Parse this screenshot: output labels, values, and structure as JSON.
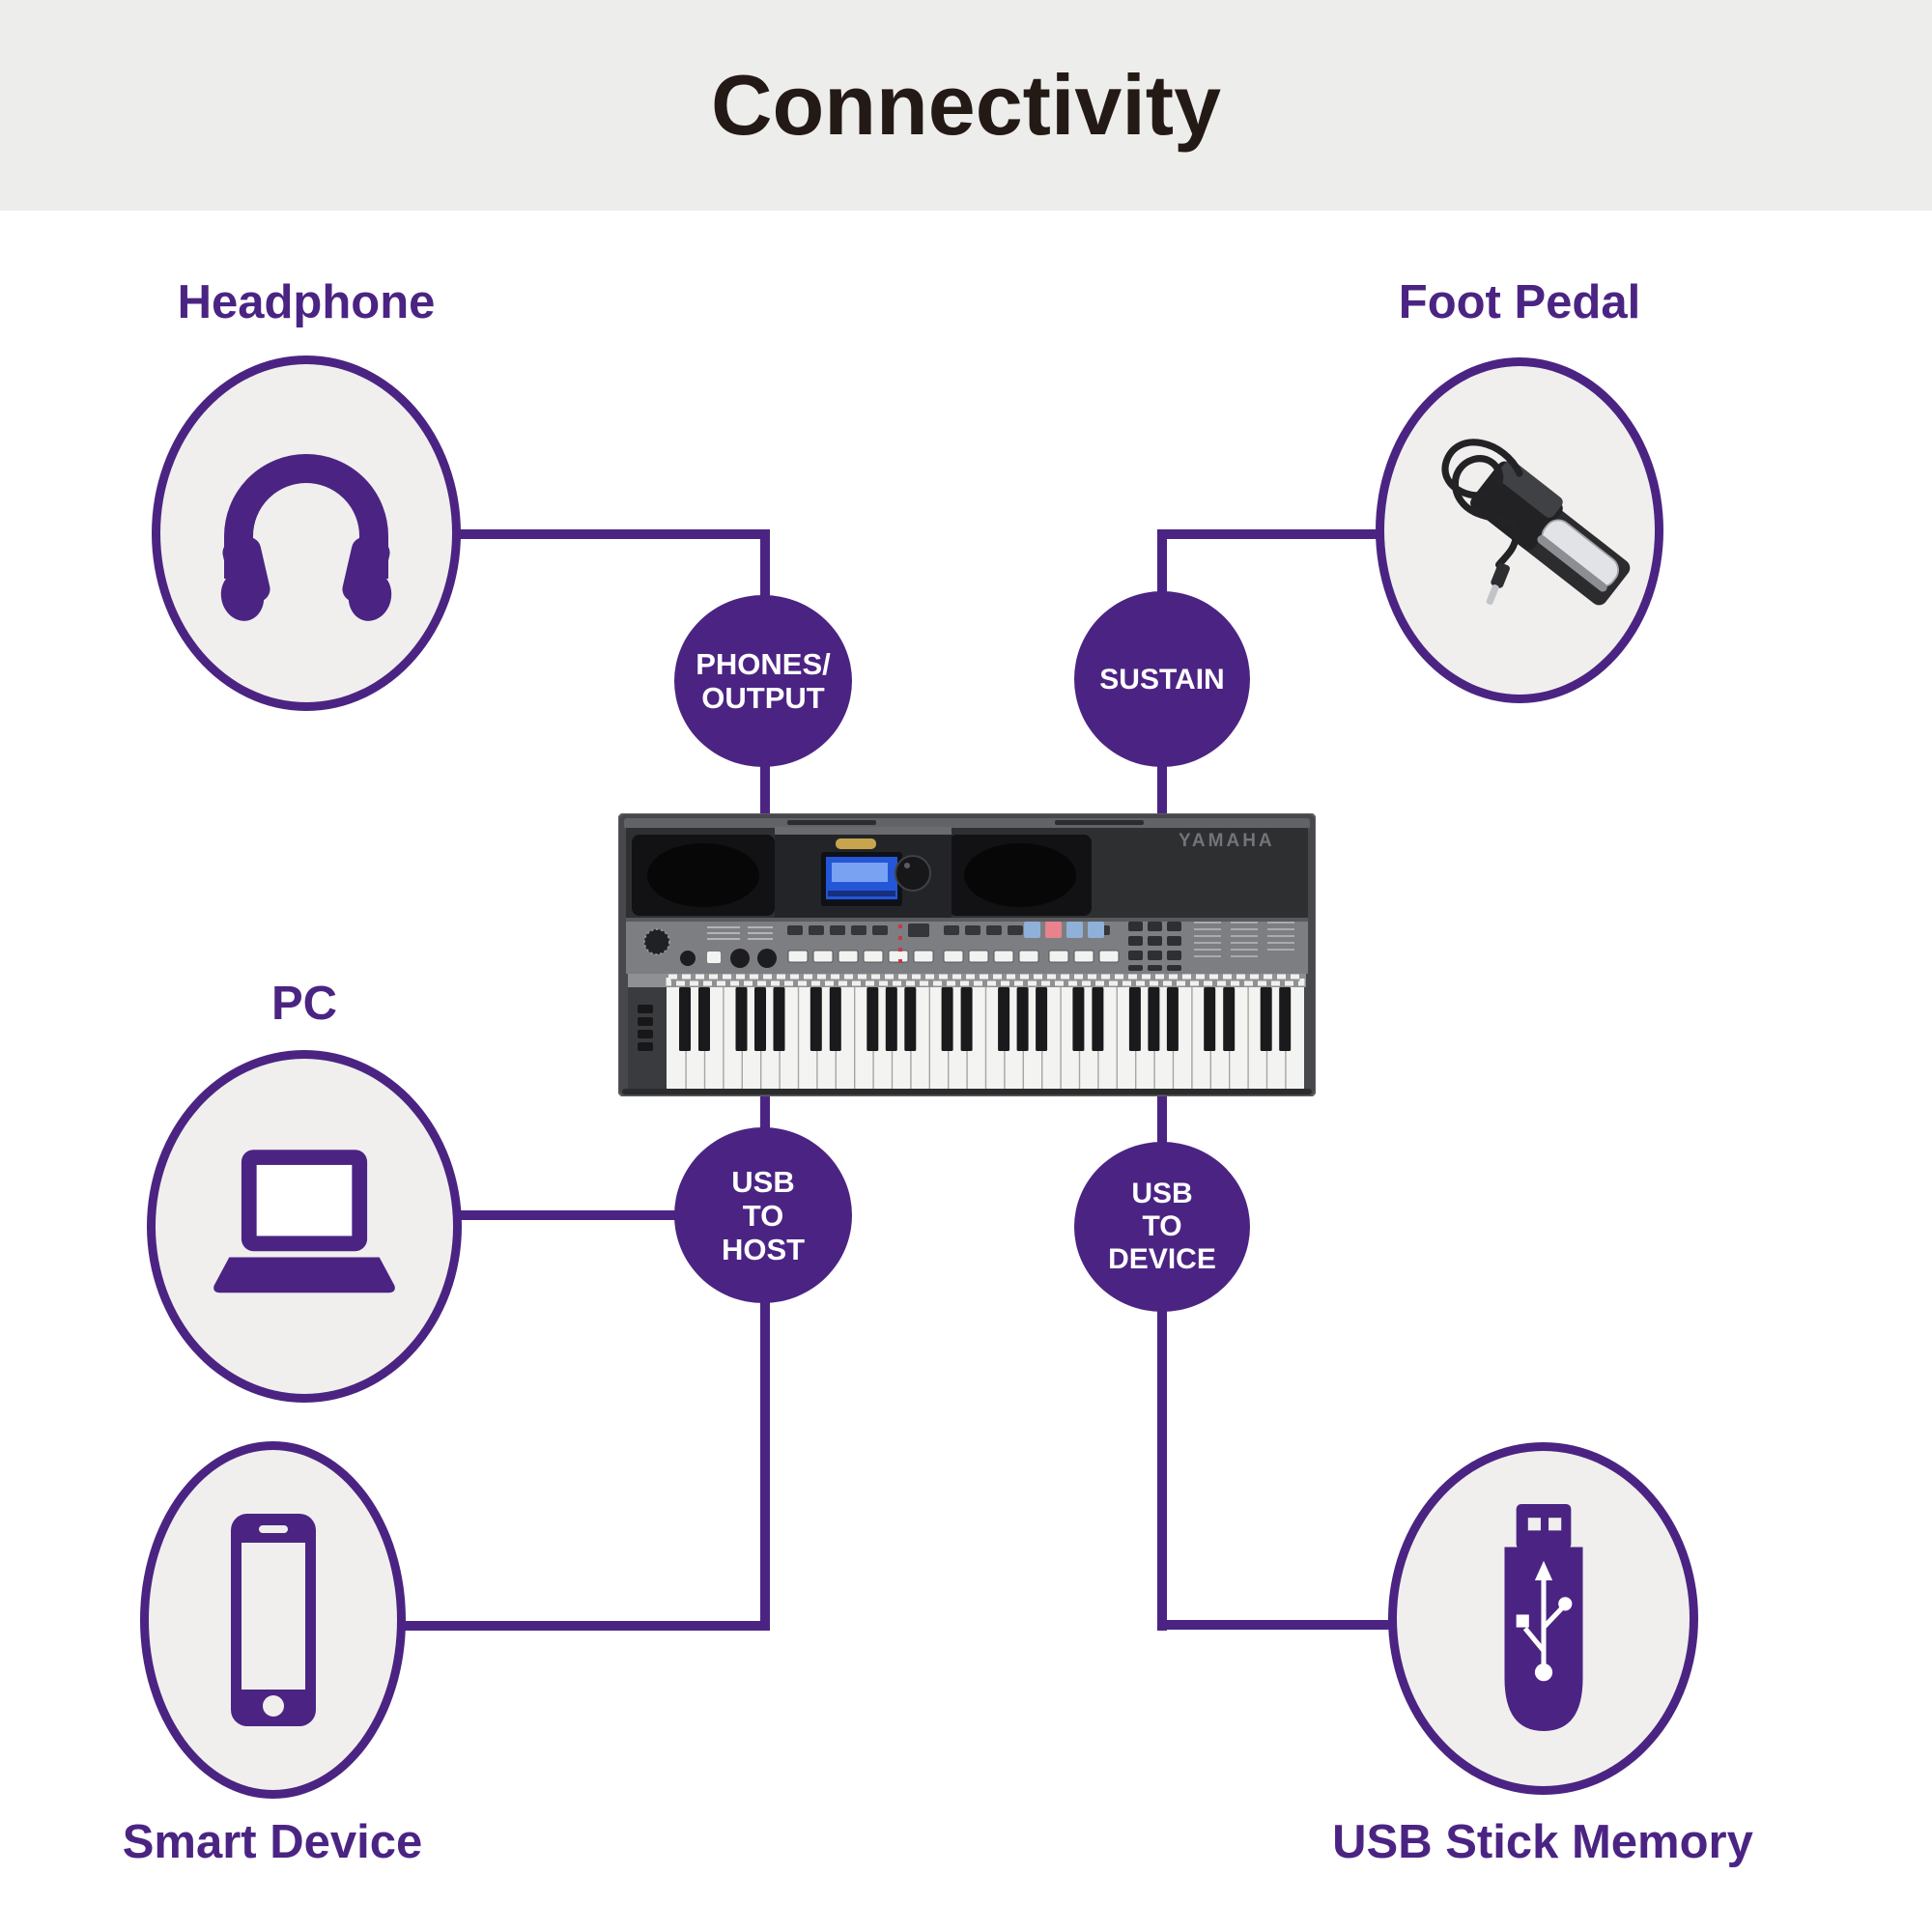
{
  "header": {
    "title": "Connectivity"
  },
  "colors": {
    "purple": "#4b2483",
    "band_bg": "#ededec",
    "page_bg": "#ffffff",
    "node_fill": "#f0efed",
    "port_text_color": "#ffffff",
    "title_color": "#241a15"
  },
  "device": {
    "name": "portable-keyboard",
    "brand": "YAMAHA"
  },
  "nodes": {
    "headphone": {
      "label": "Headphone",
      "icon": "headphones-icon"
    },
    "foot_pedal": {
      "label": "Foot Pedal",
      "icon": "sustain-pedal-icon"
    },
    "pc": {
      "label": "PC",
      "icon": "laptop-icon"
    },
    "smart_device": {
      "label": "Smart Device",
      "icon": "smartphone-icon"
    },
    "usb_stick": {
      "label": "USB Stick Memory",
      "icon": "usb-stick-icon"
    }
  },
  "ports": {
    "phones_output": {
      "line1": "PHONES/",
      "line2": "OUTPUT"
    },
    "sustain": {
      "line1": "SUSTAIN"
    },
    "usb_to_host": {
      "line1": "USB",
      "line2": "TO",
      "line3": "HOST"
    },
    "usb_to_device": {
      "line1": "USB",
      "line2": "TO",
      "line3": "DEVICE"
    }
  },
  "connections": [
    {
      "from": "Headphone",
      "to": "PHONES/OUTPUT"
    },
    {
      "from": "Foot Pedal",
      "to": "SUSTAIN"
    },
    {
      "from": "PC",
      "to": "USB TO HOST"
    },
    {
      "from": "Smart Device",
      "to": "USB TO HOST"
    },
    {
      "from": "USB Stick Memory",
      "to": "USB TO DEVICE"
    }
  ]
}
